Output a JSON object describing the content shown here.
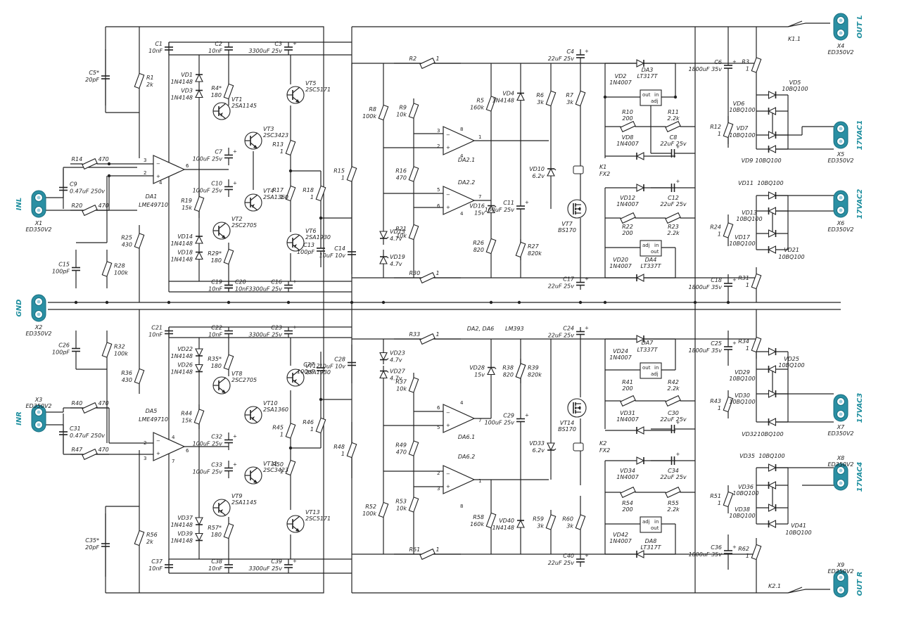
{
  "colors": {
    "wire": "#222222",
    "connector_fill": "#2a8fa3",
    "connector_label": "#1f8f9f",
    "background": "#ffffff"
  },
  "connectors": [
    {
      "id": "X1",
      "part": "ED350V2",
      "signal": "INL"
    },
    {
      "id": "X2",
      "part": "ED350V2",
      "signal": "GND"
    },
    {
      "id": "X3",
      "part": "ED350V2",
      "signal": "INR"
    },
    {
      "id": "X4",
      "part": "ED350V2",
      "signal": "OUT L"
    },
    {
      "id": "X5",
      "part": "ED350V2",
      "signal": "17VAC1"
    },
    {
      "id": "X6",
      "part": "ED350V2",
      "signal": "17VAC2"
    },
    {
      "id": "X7",
      "part": "ED350V2",
      "signal": "17VAC3"
    },
    {
      "id": "X8",
      "part": "ED350V2",
      "signal": "17VAC4"
    },
    {
      "id": "X9",
      "part": "ED350V2",
      "signal": "OUT R"
    }
  ],
  "relay_contacts": [
    "K1.1",
    "K2.1"
  ],
  "relays": [
    {
      "ref": "K1",
      "part": "FX2"
    },
    {
      "ref": "K2",
      "part": "FX2"
    }
  ],
  "ic_note": {
    "refs": "DA2, DA6",
    "part": "LM393"
  },
  "components": [
    {
      "ref": "R1",
      "value": "2k"
    },
    {
      "ref": "R2",
      "value": "1"
    },
    {
      "ref": "R3",
      "value": "1"
    },
    {
      "ref": "R4*",
      "value": "180"
    },
    {
      "ref": "R5",
      "value": "160k"
    },
    {
      "ref": "R6",
      "value": "3k"
    },
    {
      "ref": "R7",
      "value": "3k"
    },
    {
      "ref": "R8",
      "value": "100k"
    },
    {
      "ref": "R9",
      "value": "10k"
    },
    {
      "ref": "R10",
      "value": "200"
    },
    {
      "ref": "R11",
      "value": "2.2k"
    },
    {
      "ref": "R12",
      "value": "1"
    },
    {
      "ref": "R13",
      "value": "1"
    },
    {
      "ref": "R14",
      "value": "470"
    },
    {
      "ref": "R15",
      "value": "1"
    },
    {
      "ref": "R16",
      "value": "470"
    },
    {
      "ref": "R17",
      "value": "1"
    },
    {
      "ref": "R18",
      "value": "1"
    },
    {
      "ref": "R19",
      "value": "15k"
    },
    {
      "ref": "R20",
      "value": "470"
    },
    {
      "ref": "R21",
      "value": "10k"
    },
    {
      "ref": "R22",
      "value": "200"
    },
    {
      "ref": "R23",
      "value": "2.2k"
    },
    {
      "ref": "R24",
      "value": "1"
    },
    {
      "ref": "R25",
      "value": "430"
    },
    {
      "ref": "R26",
      "value": "820"
    },
    {
      "ref": "R27",
      "value": "820k"
    },
    {
      "ref": "R28",
      "value": "100k"
    },
    {
      "ref": "R29*",
      "value": "180"
    },
    {
      "ref": "R30",
      "value": "1"
    },
    {
      "ref": "R31",
      "value": "1"
    },
    {
      "ref": "R32",
      "value": "100k"
    },
    {
      "ref": "R33",
      "value": "1"
    },
    {
      "ref": "R34",
      "value": "1"
    },
    {
      "ref": "R35*",
      "value": "180"
    },
    {
      "ref": "R36",
      "value": "430"
    },
    {
      "ref": "R37",
      "value": "10k"
    },
    {
      "ref": "R38",
      "value": "820"
    },
    {
      "ref": "R39",
      "value": "820k"
    },
    {
      "ref": "R40",
      "value": "470"
    },
    {
      "ref": "R41",
      "value": "200"
    },
    {
      "ref": "R42",
      "value": "2.2k"
    },
    {
      "ref": "R43",
      "value": "1"
    },
    {
      "ref": "R44",
      "value": "15k"
    },
    {
      "ref": "R45",
      "value": "1"
    },
    {
      "ref": "R46",
      "value": "1"
    },
    {
      "ref": "R47",
      "value": "470"
    },
    {
      "ref": "R48",
      "value": "1"
    },
    {
      "ref": "R49",
      "value": "470"
    },
    {
      "ref": "R50",
      "value": "1"
    },
    {
      "ref": "R51",
      "value": "1"
    },
    {
      "ref": "R52",
      "value": "100k"
    },
    {
      "ref": "R53",
      "value": "10k"
    },
    {
      "ref": "R54",
      "value": "200"
    },
    {
      "ref": "R55",
      "value": "2.2k"
    },
    {
      "ref": "R56",
      "value": "2k"
    },
    {
      "ref": "R57*",
      "value": "180"
    },
    {
      "ref": "R58",
      "value": "160k"
    },
    {
      "ref": "R59",
      "value": "3k"
    },
    {
      "ref": "R60",
      "value": "3k"
    },
    {
      "ref": "R61",
      "value": "1"
    },
    {
      "ref": "R62",
      "value": "1"
    },
    {
      "ref": "C1",
      "value": "10nF"
    },
    {
      "ref": "C2",
      "value": "10nF"
    },
    {
      "ref": "C3",
      "value": "3300uF 25v"
    },
    {
      "ref": "C4",
      "value": "22uF 25v"
    },
    {
      "ref": "C5*",
      "value": "20pF"
    },
    {
      "ref": "C6",
      "value": "1800uF 35v"
    },
    {
      "ref": "C7",
      "value": "100uF 25v"
    },
    {
      "ref": "C8",
      "value": "22uF 25v"
    },
    {
      "ref": "C9",
      "value": "0.47uF 250v"
    },
    {
      "ref": "C10",
      "value": "100uF 25v"
    },
    {
      "ref": "C11",
      "value": "100uF 25v"
    },
    {
      "ref": "C12",
      "value": "22uF 25v"
    },
    {
      "ref": "C13",
      "value": "100pF"
    },
    {
      "ref": "C14",
      "value": "10uF 10v"
    },
    {
      "ref": "C15",
      "value": "100pF"
    },
    {
      "ref": "C16",
      "value": "3300uF 25v"
    },
    {
      "ref": "C17",
      "value": "22uF 25v"
    },
    {
      "ref": "C18",
      "value": "1800uF 35v"
    },
    {
      "ref": "C19",
      "value": "10nF"
    },
    {
      "ref": "C20",
      "value": "10nF"
    },
    {
      "ref": "C21",
      "value": "10nF"
    },
    {
      "ref": "C22",
      "value": "10nF"
    },
    {
      "ref": "C23",
      "value": "3300uF 25v"
    },
    {
      "ref": "C24",
      "value": "22uF 25v"
    },
    {
      "ref": "C25",
      "value": "1800uF 35v"
    },
    {
      "ref": "C26",
      "value": "100pF"
    },
    {
      "ref": "C27",
      "value": "100pF"
    },
    {
      "ref": "C28",
      "value": "10uF 10v"
    },
    {
      "ref": "C29",
      "value": "100uF 25v"
    },
    {
      "ref": "C30",
      "value": "22uF 25v"
    },
    {
      "ref": "C31",
      "value": "0.47uF 250v"
    },
    {
      "ref": "C32",
      "value": "100uF 25v"
    },
    {
      "ref": "C33",
      "value": "100uF 25v"
    },
    {
      "ref": "C34",
      "value": "22uF 25v"
    },
    {
      "ref": "C35*",
      "value": "20pF"
    },
    {
      "ref": "C36",
      "value": "1800uF 35v"
    },
    {
      "ref": "C37",
      "value": "10nF"
    },
    {
      "ref": "C38",
      "value": "10nF"
    },
    {
      "ref": "C39",
      "value": "3300uF 25v"
    },
    {
      "ref": "C40",
      "value": "22uF 25v"
    },
    {
      "ref": "VD1",
      "value": "1N4148"
    },
    {
      "ref": "VD2",
      "value": "1N4007"
    },
    {
      "ref": "VD3",
      "value": "1N4148"
    },
    {
      "ref": "VD4",
      "value": "1N4148"
    },
    {
      "ref": "VD5",
      "value": "10BQ100"
    },
    {
      "ref": "VD6",
      "value": "10BQ100"
    },
    {
      "ref": "VD7",
      "value": "10BQ100"
    },
    {
      "ref": "VD8",
      "value": "1N4007"
    },
    {
      "ref": "VD9",
      "value": "10BQ100"
    },
    {
      "ref": "VD10",
      "value": "6.2v"
    },
    {
      "ref": "VD11",
      "value": "10BQ100"
    },
    {
      "ref": "VD12",
      "value": "1N4007"
    },
    {
      "ref": "VD13",
      "value": "10BQ100"
    },
    {
      "ref": "VD14",
      "value": "1N4148"
    },
    {
      "ref": "VD15",
      "value": "4.7v"
    },
    {
      "ref": "VD16",
      "value": "15v"
    },
    {
      "ref": "VD17",
      "value": "10BQ100"
    },
    {
      "ref": "VD18",
      "value": "1N4148"
    },
    {
      "ref": "VD19",
      "value": "4.7v"
    },
    {
      "ref": "VD20",
      "value": "1N4007"
    },
    {
      "ref": "VD21",
      "value": "10BQ100"
    },
    {
      "ref": "VD22",
      "value": "1N4148"
    },
    {
      "ref": "VD23",
      "value": "4.7v"
    },
    {
      "ref": "VD24",
      "value": "1N4007"
    },
    {
      "ref": "VD25",
      "value": "10BQ100"
    },
    {
      "ref": "VD26",
      "value": "1N4148"
    },
    {
      "ref": "VD27",
      "value": "4.7v"
    },
    {
      "ref": "VD28",
      "value": "15v"
    },
    {
      "ref": "VD29",
      "value": "10BQ100"
    },
    {
      "ref": "VD30",
      "value": "10BQ100"
    },
    {
      "ref": "VD31",
      "value": "1N4007"
    },
    {
      "ref": "VD32",
      "value": "10BQ100"
    },
    {
      "ref": "VD33",
      "value": "6.2v"
    },
    {
      "ref": "VD34",
      "value": "1N4007"
    },
    {
      "ref": "VD35",
      "value": "10BQ100"
    },
    {
      "ref": "VD36",
      "value": "10BQ100"
    },
    {
      "ref": "VD37",
      "value": "1N4148"
    },
    {
      "ref": "VD38",
      "value": "10BQ100"
    },
    {
      "ref": "VD39",
      "value": "1N4148"
    },
    {
      "ref": "VD40",
      "value": "1N4148"
    },
    {
      "ref": "VD41",
      "value": "10BQ100"
    },
    {
      "ref": "VD42",
      "value": "1N4007"
    },
    {
      "ref": "VT1",
      "value": "2SA1145"
    },
    {
      "ref": "VT2",
      "value": "2SC2705"
    },
    {
      "ref": "VT3",
      "value": "2SC3423"
    },
    {
      "ref": "VT4",
      "value": "2SA1360"
    },
    {
      "ref": "VT5",
      "value": "2SC5171"
    },
    {
      "ref": "VT6",
      "value": "2SA1930"
    },
    {
      "ref": "VT7",
      "value": "BS170"
    },
    {
      "ref": "VT8",
      "value": "2SC2705"
    },
    {
      "ref": "VT9",
      "value": "2SA1145"
    },
    {
      "ref": "VT10",
      "value": "2SA1360"
    },
    {
      "ref": "VT11",
      "value": "2SC3423"
    },
    {
      "ref": "VT12",
      "value": "2SA1930"
    },
    {
      "ref": "VT13",
      "value": "2SC5171"
    },
    {
      "ref": "VT14",
      "value": "BS170"
    },
    {
      "ref": "DA1",
      "value": "LME49710"
    },
    {
      "ref": "DA2.1",
      "value": ""
    },
    {
      "ref": "DA2.2",
      "value": ""
    },
    {
      "ref": "DA3",
      "value": "LT317T"
    },
    {
      "ref": "DA4",
      "value": "LT337T"
    },
    {
      "ref": "DA5",
      "value": "LME49710"
    },
    {
      "ref": "DA6.1",
      "value": ""
    },
    {
      "ref": "DA6.2",
      "value": ""
    },
    {
      "ref": "DA7",
      "value": "LT337T"
    },
    {
      "ref": "DA8",
      "value": "LT317T"
    }
  ],
  "regulator_pins": {
    "in": "in",
    "out": "out",
    "adj": "adj"
  }
}
